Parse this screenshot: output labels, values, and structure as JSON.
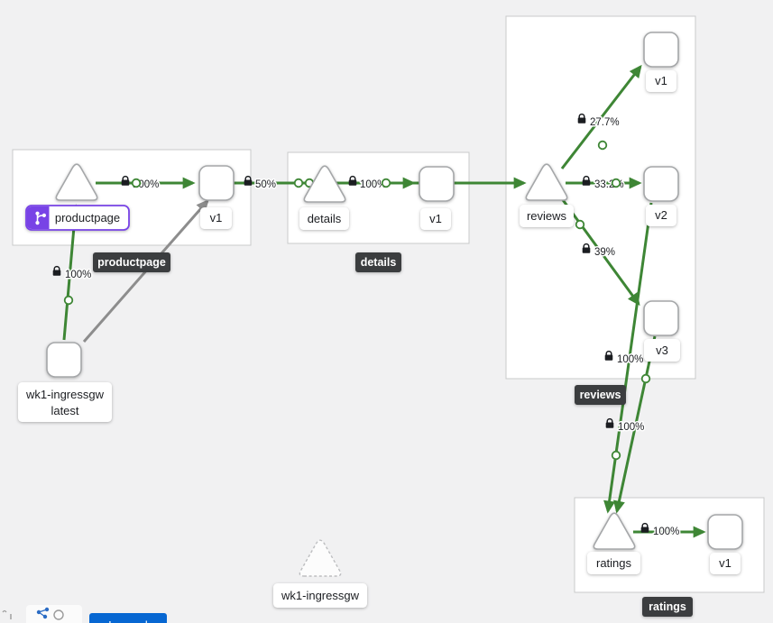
{
  "nodes": {
    "productpage_service": "productpage",
    "productpage_v1": "v1",
    "details_service": "details",
    "details_v1": "v1",
    "reviews_service": "reviews",
    "reviews_v1": "v1",
    "reviews_v2": "v2",
    "reviews_v3": "v3",
    "ratings_service": "ratings",
    "ratings_v1": "v1",
    "ingress_workload_name": "wk1-ingressgw",
    "ingress_workload_version": "latest",
    "idle_service": "wk1-ingressgw"
  },
  "badges": {
    "productpage": "productpage",
    "details": "details",
    "reviews": "reviews",
    "ratings": "ratings"
  },
  "edges": {
    "ingress_to_pp": "100%",
    "pp_to_v1": "100%",
    "v1_to_details": "50%",
    "details_to_v1": "100%",
    "reviews_to_v1": "27.7%",
    "reviews_to_v2": "33.2%",
    "reviews_to_v3": "39%",
    "v2_to_ratings": "100%",
    "v3_to_ratings": "100%",
    "ratings_to_v1": "100%"
  },
  "icons": {
    "edge_security": "lock-icon",
    "productpage_badge": "code-branch-icon",
    "toolbar_partial": "share-graph-icon"
  },
  "toolbar": {
    "legend": "Legend"
  },
  "colors": {
    "edge_green": "#3e8635",
    "edge_gray": "#8d8d8d",
    "badge_bg": "#3b3d3f",
    "vs_purple": "#7843e6",
    "legend_blue": "#0767d2",
    "canvas": "#f1f1f2",
    "node_border": "#a5a7a9",
    "box_border": "#c9cacb"
  }
}
